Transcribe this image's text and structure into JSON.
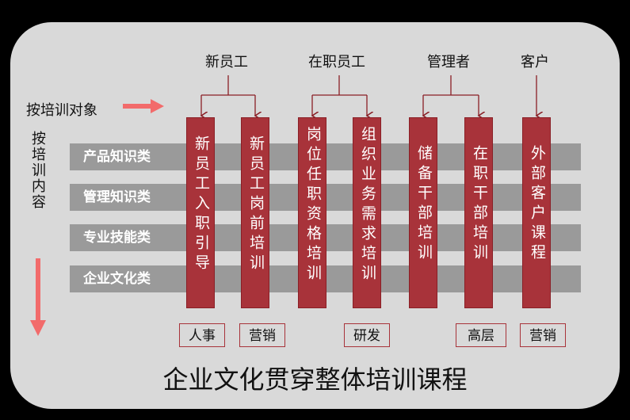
{
  "audience_groups": [
    "新员工",
    "在职员工",
    "管理者",
    "客户"
  ],
  "by_audience_label": "按培训对象",
  "by_content_label": "按培训内容",
  "content_bands": [
    "产品知识类",
    "管理知识类",
    "专业技能类",
    "企业文化类"
  ],
  "courses": [
    "新员工入职引导",
    "新员工岗前培训",
    "岗位任职资格培训",
    "组织业务需求培训",
    "储备干部培训",
    "在职干部培训",
    "外部客户课程"
  ],
  "departments": [
    "人事",
    "营销",
    "研发",
    "高层",
    "营销"
  ],
  "footer_title": "企业文化贯穿整体培训课程",
  "colors": {
    "course_red": "#a8333a",
    "band_gray": "#9a9a9a",
    "arrow_pink": "#f26b6b",
    "panel": "#d9d9d9"
  }
}
